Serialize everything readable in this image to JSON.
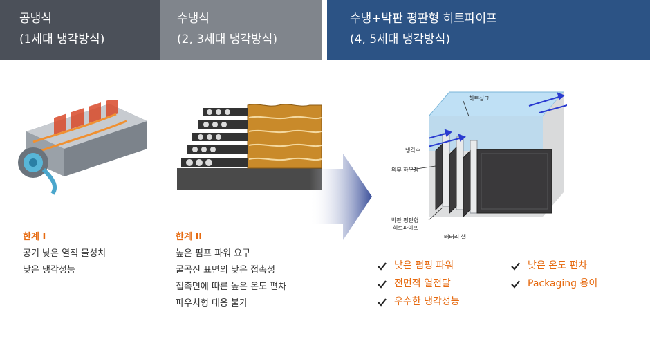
{
  "columns": [
    {
      "title_line1": "공냉식",
      "title_line2": "(1세대 냉각방식)"
    },
    {
      "title_line1": "수냉식",
      "title_line2": "(2, 3세대 냉각방식)"
    },
    {
      "title_line1": "수냉+박판 평판형 히트파이프",
      "title_line2": "(4, 5세대 냉각방식)"
    }
  ],
  "limit1": {
    "title": "한계 I",
    "items": [
      "공기 낮은 열적 물성치",
      "낮은 냉각성능"
    ]
  },
  "limit2": {
    "title": "한계 II",
    "items": [
      "높은 펌프 파워 요구",
      "굴곡진 표면의 낮은 접촉성",
      "접촉면에 따른 높은 온도 편차",
      "파우치형 대응 불가"
    ]
  },
  "diagram_labels": {
    "heatsink": "히트싱크",
    "coolant": "냉각수",
    "outer_housing": "외부 하우징",
    "heatpipe_line1": "박판 평판형",
    "heatpipe_line2": "히트파이프",
    "battery_cell": "배터리 셀"
  },
  "benefits_left": [
    "낮은 펌핑 파워",
    "전면적 열전달",
    "우수한 냉각성능"
  ],
  "benefits_right": [
    "낮은 온도 편차",
    "Packaging 용이"
  ],
  "colors": {
    "accent": "#e66a10",
    "header_dark": "#4b5059",
    "header_mid": "#80858c",
    "header_blue": "#2c5385"
  }
}
